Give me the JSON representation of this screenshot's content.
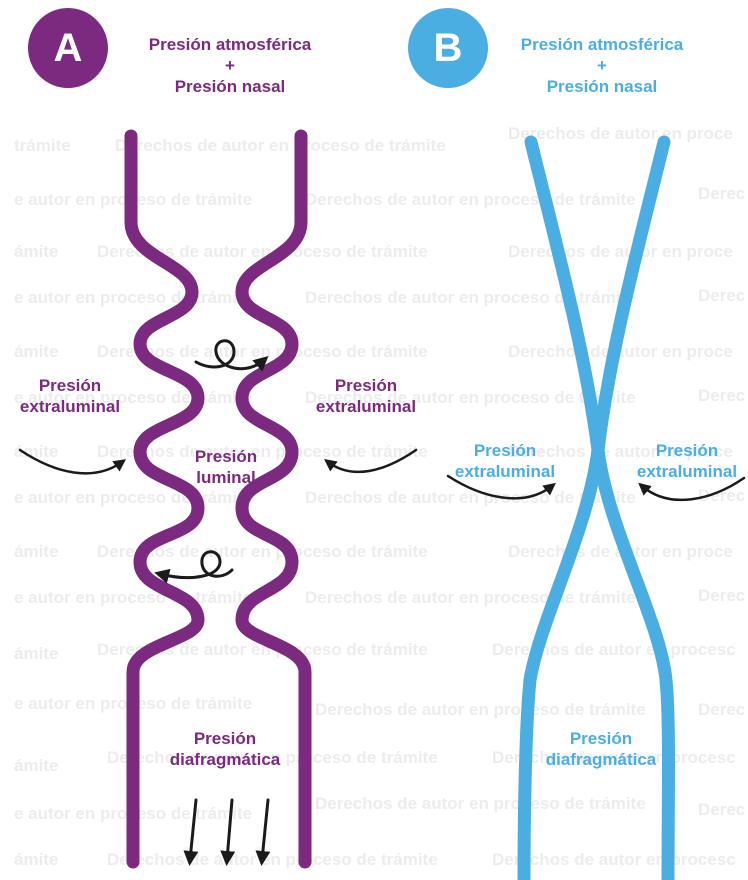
{
  "colors": {
    "a": "#7b2a7f",
    "b": "#4aaee2",
    "arrow": "#1b1b1b",
    "watermark": "#ececec"
  },
  "watermark": {
    "full": "Derechos de autor en proceso de trámite",
    "frag_a": "trámite",
    "frag_b": "e autor en proceso de trámite",
    "frag_c": "ámite",
    "frag_d": "Derecho",
    "frag_e": "Derec",
    "frag_f": "Derechos de autor en proce",
    "frag_g": "Derechos de autor en procesc",
    "frag_h": "Derechos de autor en proceso"
  },
  "panel_a": {
    "badge": "A",
    "top_line1": "Presión atmosférica",
    "top_plus": "+",
    "top_line2": "Presión nasal",
    "extra_left_1": "Presión",
    "extra_left_2": "extraluminal",
    "extra_right_1": "Presión",
    "extra_right_2": "extraluminal",
    "luminal_1": "Presión",
    "luminal_2": "luminal",
    "diaf_1": "Presión",
    "diaf_2": "diafragmática"
  },
  "panel_b": {
    "badge": "B",
    "top_line1": "Presión atmosférica",
    "top_plus": "+",
    "top_line2": "Presión nasal",
    "extra_left_1": "Presión",
    "extra_left_2": "extraluminal",
    "extra_right_1": "Presión",
    "extra_right_2": "extraluminal",
    "diaf_1": "Presión",
    "diaf_2": "diafragmática"
  }
}
